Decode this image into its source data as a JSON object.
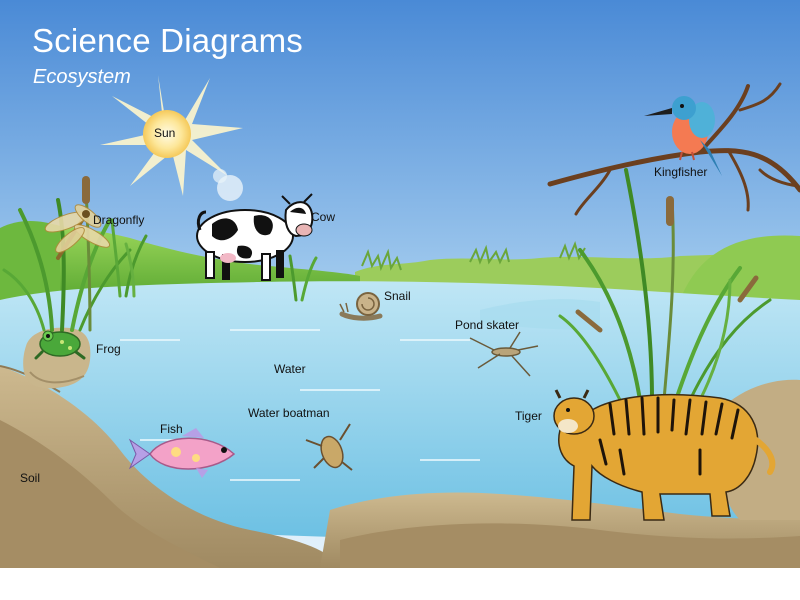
{
  "header": {
    "title": "Science Diagrams",
    "subtitle": "Ecosystem"
  },
  "labels": {
    "sun": "Sun",
    "dragonfly": "Dragonfly",
    "cow": "Cow",
    "kingfisher": "Kingfisher",
    "snail": "Snail",
    "pond_skater": "Pond skater",
    "frog": "Frog",
    "water": "Water",
    "water_boatman": "Water boatman",
    "fish": "Fish",
    "tiger": "Tiger",
    "soil": "Soil"
  },
  "colors": {
    "sky_top": "#4f8fd8",
    "sky_bottom": "#d9ecfa",
    "water": "#8fd0ea",
    "grass": "#7cc444",
    "soil": "#b9a27a",
    "sun": "#fde79a"
  }
}
